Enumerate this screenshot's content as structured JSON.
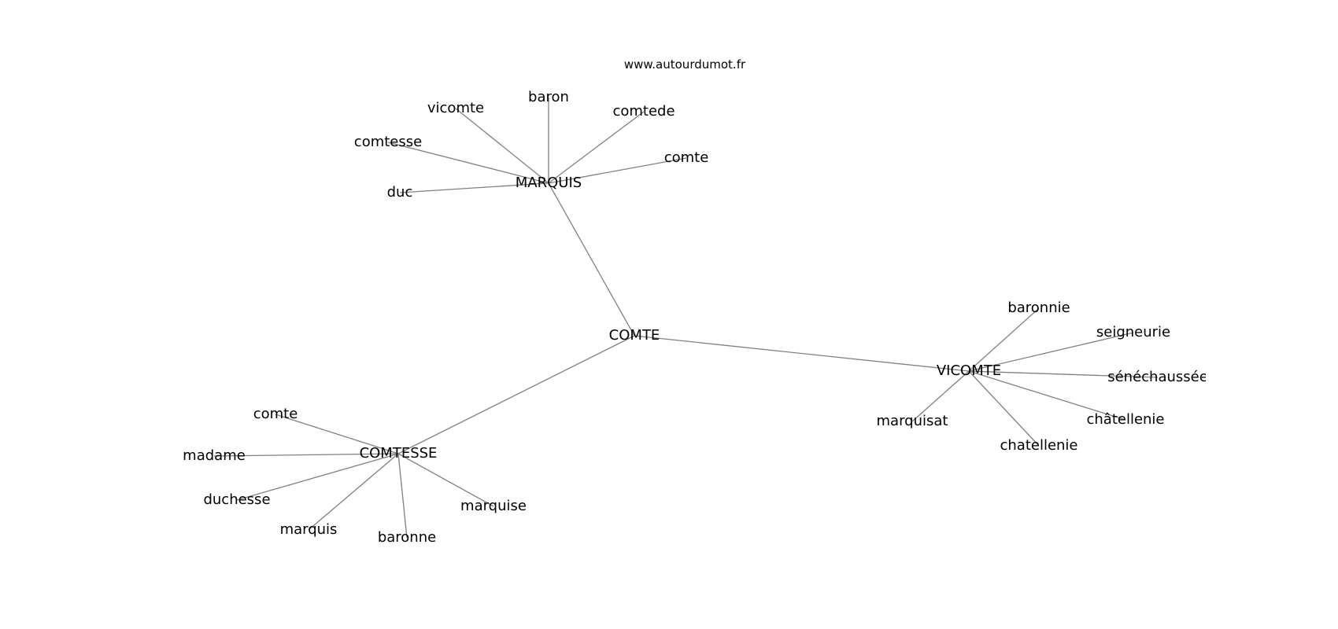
{
  "source": "www.autourdumot.fr",
  "colors": {
    "edge": "#808080",
    "text": "#000000",
    "background": "#ffffff"
  },
  "center": "COMTE",
  "hubs": [
    {
      "id": "MARQUIS",
      "label": "MARQUIS",
      "leaves": [
        {
          "id": "m-vicomte",
          "label": "vicomte"
        },
        {
          "id": "m-baron",
          "label": "baron"
        },
        {
          "id": "m-comtede",
          "label": "comtede"
        },
        {
          "id": "m-comtesse",
          "label": "comtesse"
        },
        {
          "id": "m-comte",
          "label": "comte"
        },
        {
          "id": "m-duc",
          "label": "duc"
        }
      ]
    },
    {
      "id": "VICOMTE",
      "label": "VICOMTE",
      "leaves": [
        {
          "id": "v-baronnie",
          "label": "baronnie"
        },
        {
          "id": "v-seigneurie",
          "label": "seigneurie"
        },
        {
          "id": "v-senechaussee",
          "label": "sénéchaussée"
        },
        {
          "id": "v-chatellenie-accent",
          "label": "châtellenie"
        },
        {
          "id": "v-chatellenie",
          "label": "chatellenie"
        },
        {
          "id": "v-marquisat",
          "label": "marquisat"
        }
      ]
    },
    {
      "id": "COMTESSE",
      "label": "COMTESSE",
      "leaves": [
        {
          "id": "c-comte",
          "label": "comte"
        },
        {
          "id": "c-madame",
          "label": "madame"
        },
        {
          "id": "c-duchesse",
          "label": "duchesse"
        },
        {
          "id": "c-marquis",
          "label": "marquis"
        },
        {
          "id": "c-baronne",
          "label": "baronne"
        },
        {
          "id": "c-marquise",
          "label": "marquise"
        }
      ]
    }
  ]
}
